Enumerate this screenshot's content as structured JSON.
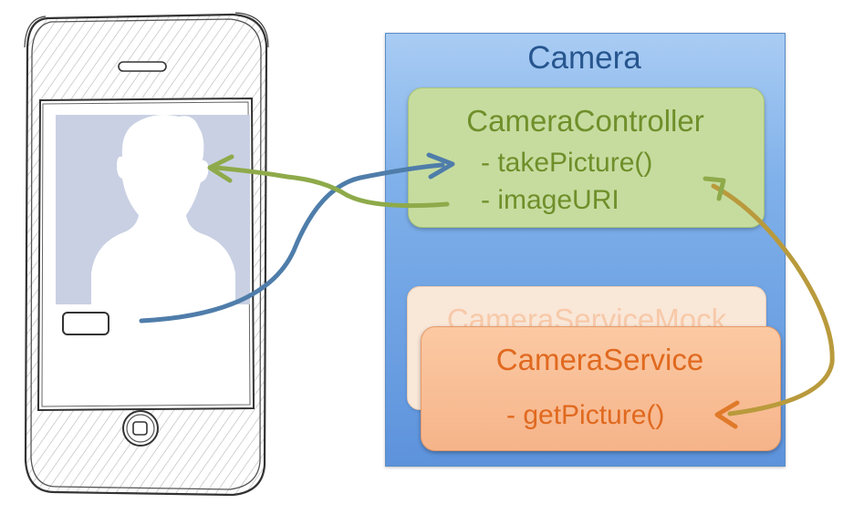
{
  "camera": {
    "title": "Camera",
    "controller": {
      "title": "CameraController",
      "members": [
        "- takePicture()",
        "- imageURI"
      ]
    },
    "service_mock": {
      "title": "CameraServiceMock"
    },
    "service": {
      "title": "CameraService",
      "members": [
        "- getPicture()"
      ]
    }
  },
  "colors": {
    "camera_blue": "#7fb0ea",
    "controller_green": "#c6dc9f",
    "service_orange": "#f6b48a",
    "arrow_blue": "#4f7daa",
    "arrow_green": "#8eaa4a",
    "arrow_orange": "#e07a2a"
  }
}
